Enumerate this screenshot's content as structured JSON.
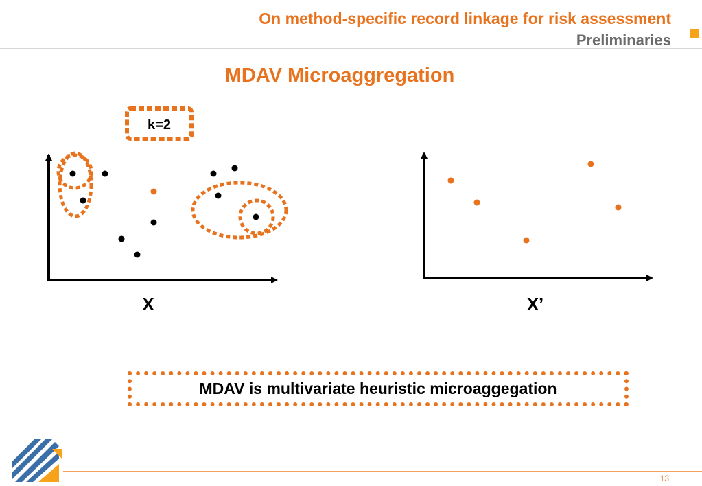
{
  "header": {
    "title": "On method-specific record linkage for risk assessment",
    "subtitle": "Preliminaries"
  },
  "slide": {
    "title": "MDAV Microaggregation",
    "k_label": "k=2",
    "summary": "MDAV is multivariate heuristic microaggegation"
  },
  "plots": {
    "original_axis_label": "X",
    "masked_axis_label": "X’"
  },
  "colors": {
    "accent": "#e8731f",
    "gray_text": "#6b6b6b",
    "point_black": "#000000"
  },
  "footer": {
    "page_number": "13"
  }
}
